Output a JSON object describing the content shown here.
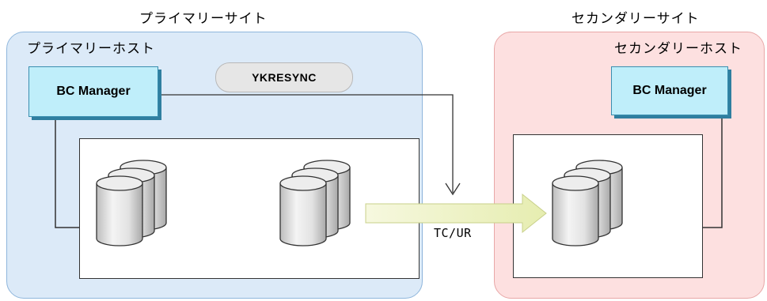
{
  "primary_site": {
    "label": "プライマリーサイト",
    "host_label": "プライマリーホスト",
    "bc_manager_label": "BC Manager",
    "command_label": "YKRESYNC"
  },
  "secondary_site": {
    "label": "セカンダリーサイト",
    "host_label": "セカンダリーホスト",
    "bc_manager_label": "BC Manager"
  },
  "copy_label": "TC/UR",
  "colors": {
    "primary_site_fill": "#dceaf8",
    "secondary_site_fill": "#fde0e0",
    "bc_manager_fill": "#bfeefa",
    "copy_arrow_fill": "#eef3c4"
  }
}
